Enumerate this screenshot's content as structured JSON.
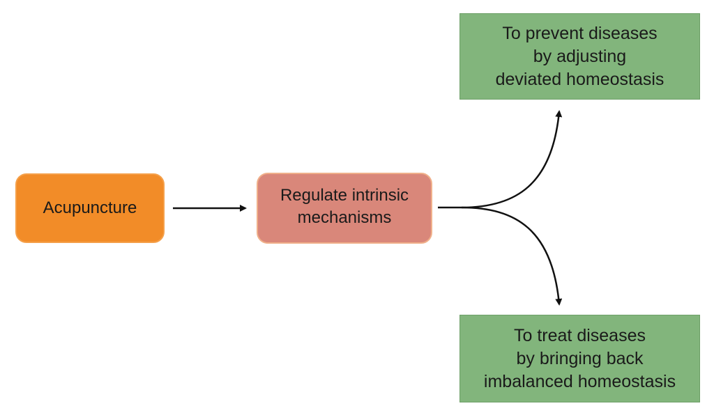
{
  "diagram": {
    "nodes": {
      "acupuncture": {
        "label": "Acupuncture",
        "color": "#f28c28"
      },
      "regulate": {
        "label": "Regulate intrinsic\nmechanisms",
        "color": "#d9877a"
      },
      "prevent": {
        "label": "To prevent diseases\nby adjusting\ndeviated homeostasis",
        "color": "#82b57c"
      },
      "treat": {
        "label": "To treat diseases\nby bringing back\nimbalanced homeostasis",
        "color": "#82b57c"
      }
    },
    "edges": [
      {
        "from": "acupuncture",
        "to": "regulate"
      },
      {
        "from": "regulate",
        "to": "prevent"
      },
      {
        "from": "regulate",
        "to": "treat"
      }
    ]
  }
}
